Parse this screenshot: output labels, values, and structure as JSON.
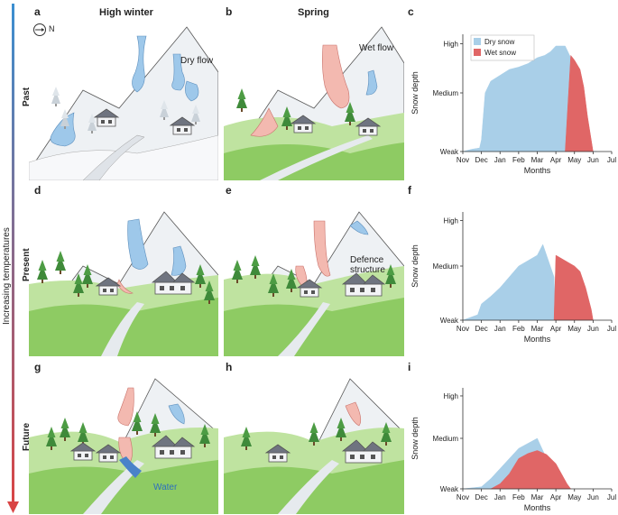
{
  "column_titles": [
    "High winter",
    "Spring"
  ],
  "row_labels": [
    "Past",
    "Present",
    "Future"
  ],
  "side_axis_label": "Increasing temperatures",
  "panel_letters": [
    "a",
    "b",
    "c",
    "d",
    "e",
    "f",
    "g",
    "h",
    "i"
  ],
  "compass_label": "N",
  "annotations": {
    "dry_flow": "Dry flow",
    "wet_flow": "Wet flow",
    "defence": "Defence\nstructure",
    "water": "Water"
  },
  "colors": {
    "dry": "#a9cfe8",
    "wet": "#e06666",
    "grass": "#9fd26e",
    "tree": "#3f8a3a",
    "mountain": "#f4f6f8"
  },
  "chart_data": [
    {
      "type": "area",
      "panel": "c",
      "ylabel": "Snow depth",
      "xlabel": "Months",
      "yticks": [
        "Weak",
        "Medium",
        "High"
      ],
      "months": [
        "Nov",
        "Dec",
        "Jan",
        "Feb",
        "Mar",
        "Apr",
        "May",
        "Jun",
        "Jul"
      ],
      "series": [
        {
          "name": "Dry snow",
          "x": [
            0,
            0.5,
            0.9,
            1.0,
            1.2,
            1.5,
            2,
            2.5,
            3,
            3.5,
            4,
            4.4,
            4.7,
            5.0,
            5.5,
            5.8,
            6,
            6.3,
            6.5,
            6.7,
            7.2
          ],
          "values": [
            0,
            0.02,
            0.03,
            0.1,
            0.5,
            0.6,
            0.65,
            0.7,
            0.72,
            0.75,
            0.8,
            0.82,
            0.85,
            0.9,
            0.9,
            0.8,
            0.7,
            0.35,
            0.05,
            0,
            0
          ]
        },
        {
          "name": "Wet snow",
          "x": [
            5.5,
            5.8,
            6,
            6.3,
            6.5,
            6.7,
            6.9,
            7.0
          ],
          "values": [
            0,
            0.82,
            0.78,
            0.7,
            0.55,
            0.3,
            0.1,
            0
          ]
        }
      ],
      "legend": [
        "Dry snow",
        "Wet snow"
      ]
    },
    {
      "type": "area",
      "panel": "f",
      "ylabel": "Snow depth",
      "xlabel": "Months",
      "yticks": [
        "Weak",
        "Medium",
        "High"
      ],
      "months": [
        "Nov",
        "Dec",
        "Jan",
        "Feb",
        "Mar",
        "Apr",
        "May",
        "Jun",
        "Jul"
      ],
      "series": [
        {
          "name": "Dry snow",
          "x": [
            0,
            0.8,
            1.0,
            1.5,
            2,
            2.5,
            3,
            3.5,
            4,
            4.3,
            4.6,
            4.9,
            5.0
          ],
          "values": [
            0,
            0.05,
            0.15,
            0.22,
            0.3,
            0.4,
            0.5,
            0.55,
            0.6,
            0.7,
            0.55,
            0.4,
            0
          ]
        },
        {
          "name": "Wet snow",
          "x": [
            4.9,
            5.0,
            5.5,
            6,
            6.3,
            6.6,
            6.9,
            7.0
          ],
          "values": [
            0,
            0.6,
            0.55,
            0.5,
            0.45,
            0.3,
            0.1,
            0
          ]
        }
      ]
    },
    {
      "type": "area",
      "panel": "i",
      "ylabel": "Snow depth",
      "xlabel": "Months",
      "yticks": [
        "Weak",
        "Medium",
        "High"
      ],
      "months": [
        "Nov",
        "Dec",
        "Jan",
        "Feb",
        "Mar",
        "Apr",
        "May",
        "Jun",
        "Jul"
      ],
      "series": [
        {
          "name": "Dry snow",
          "x": [
            0,
            1,
            1.5,
            2,
            2.5,
            3,
            3.5,
            4,
            4.5,
            5,
            5.2,
            5.5
          ],
          "values": [
            0,
            0.02,
            0.1,
            0.2,
            0.3,
            0.4,
            0.45,
            0.5,
            0.3,
            0.2,
            0.1,
            0
          ]
        },
        {
          "name": "Wet snow",
          "x": [
            1.5,
            2,
            2.5,
            3,
            3.5,
            4,
            4.5,
            5,
            5.3,
            5.6,
            5.8
          ],
          "values": [
            0,
            0.05,
            0.15,
            0.3,
            0.35,
            0.38,
            0.34,
            0.25,
            0.15,
            0.05,
            0
          ]
        }
      ]
    }
  ]
}
